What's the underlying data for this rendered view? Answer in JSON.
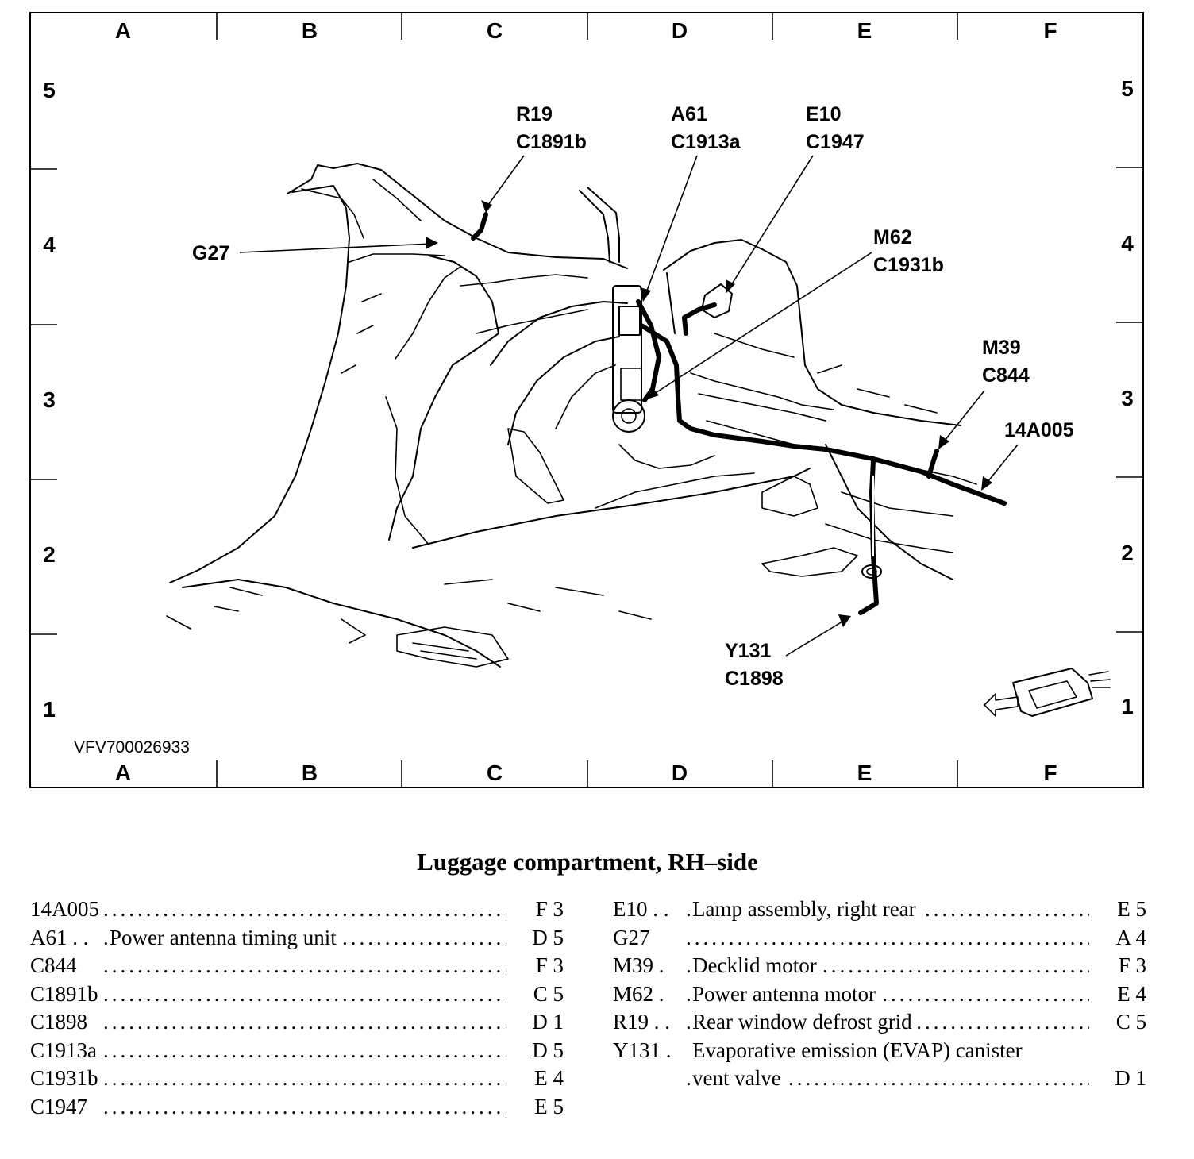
{
  "diagram": {
    "figure_id": "VFV700026933",
    "columns": [
      "A",
      "B",
      "C",
      "D",
      "E",
      "F"
    ],
    "rows": [
      "5",
      "4",
      "3",
      "2",
      "1"
    ],
    "callouts": {
      "r19": [
        "R19",
        "C1891b"
      ],
      "a61": [
        "A61",
        "C1913a"
      ],
      "e10": [
        "E10",
        "C1947"
      ],
      "m62": [
        "M62",
        "C1931b"
      ],
      "g27": "G27",
      "m39": [
        "M39",
        "C844"
      ],
      "p14a005": "14A005",
      "y131": [
        "Y131",
        "C1898"
      ]
    }
  },
  "caption": "Luggage compartment, RH–side",
  "legend": {
    "left": [
      {
        "code": "14A005",
        "desc": "",
        "loc": "F 3"
      },
      {
        "code": "A61 . .",
        "desc": "Power antenna timing unit",
        "loc": "D 5"
      },
      {
        "code": "C844",
        "desc": "",
        "loc": "F 3"
      },
      {
        "code": "C1891b",
        "desc": "",
        "loc": "C 5"
      },
      {
        "code": "C1898",
        "desc": "",
        "loc": "D 1"
      },
      {
        "code": "C1913a",
        "desc": "",
        "loc": "D 5"
      },
      {
        "code": "C1931b",
        "desc": "",
        "loc": "E 4"
      },
      {
        "code": "C1947",
        "desc": "",
        "loc": "E 5"
      }
    ],
    "right": [
      {
        "code": "E10 . .",
        "desc": "Lamp assembly, right rear",
        "loc": "E 5"
      },
      {
        "code": "G27",
        "desc": "",
        "loc": "A 4"
      },
      {
        "code": "M39 .",
        "desc": "Decklid motor",
        "loc": "F 3"
      },
      {
        "code": "M62 .",
        "desc": "Power antenna motor",
        "loc": "E 4"
      },
      {
        "code": "R19 . .",
        "desc": "Rear window defrost grid",
        "loc": "C 5"
      },
      {
        "code": "Y131 .",
        "desc": "Evaporative emission (EVAP) canister",
        "loc": ""
      },
      {
        "code": "",
        "desc": "vent valve",
        "loc": "D 1"
      }
    ]
  }
}
